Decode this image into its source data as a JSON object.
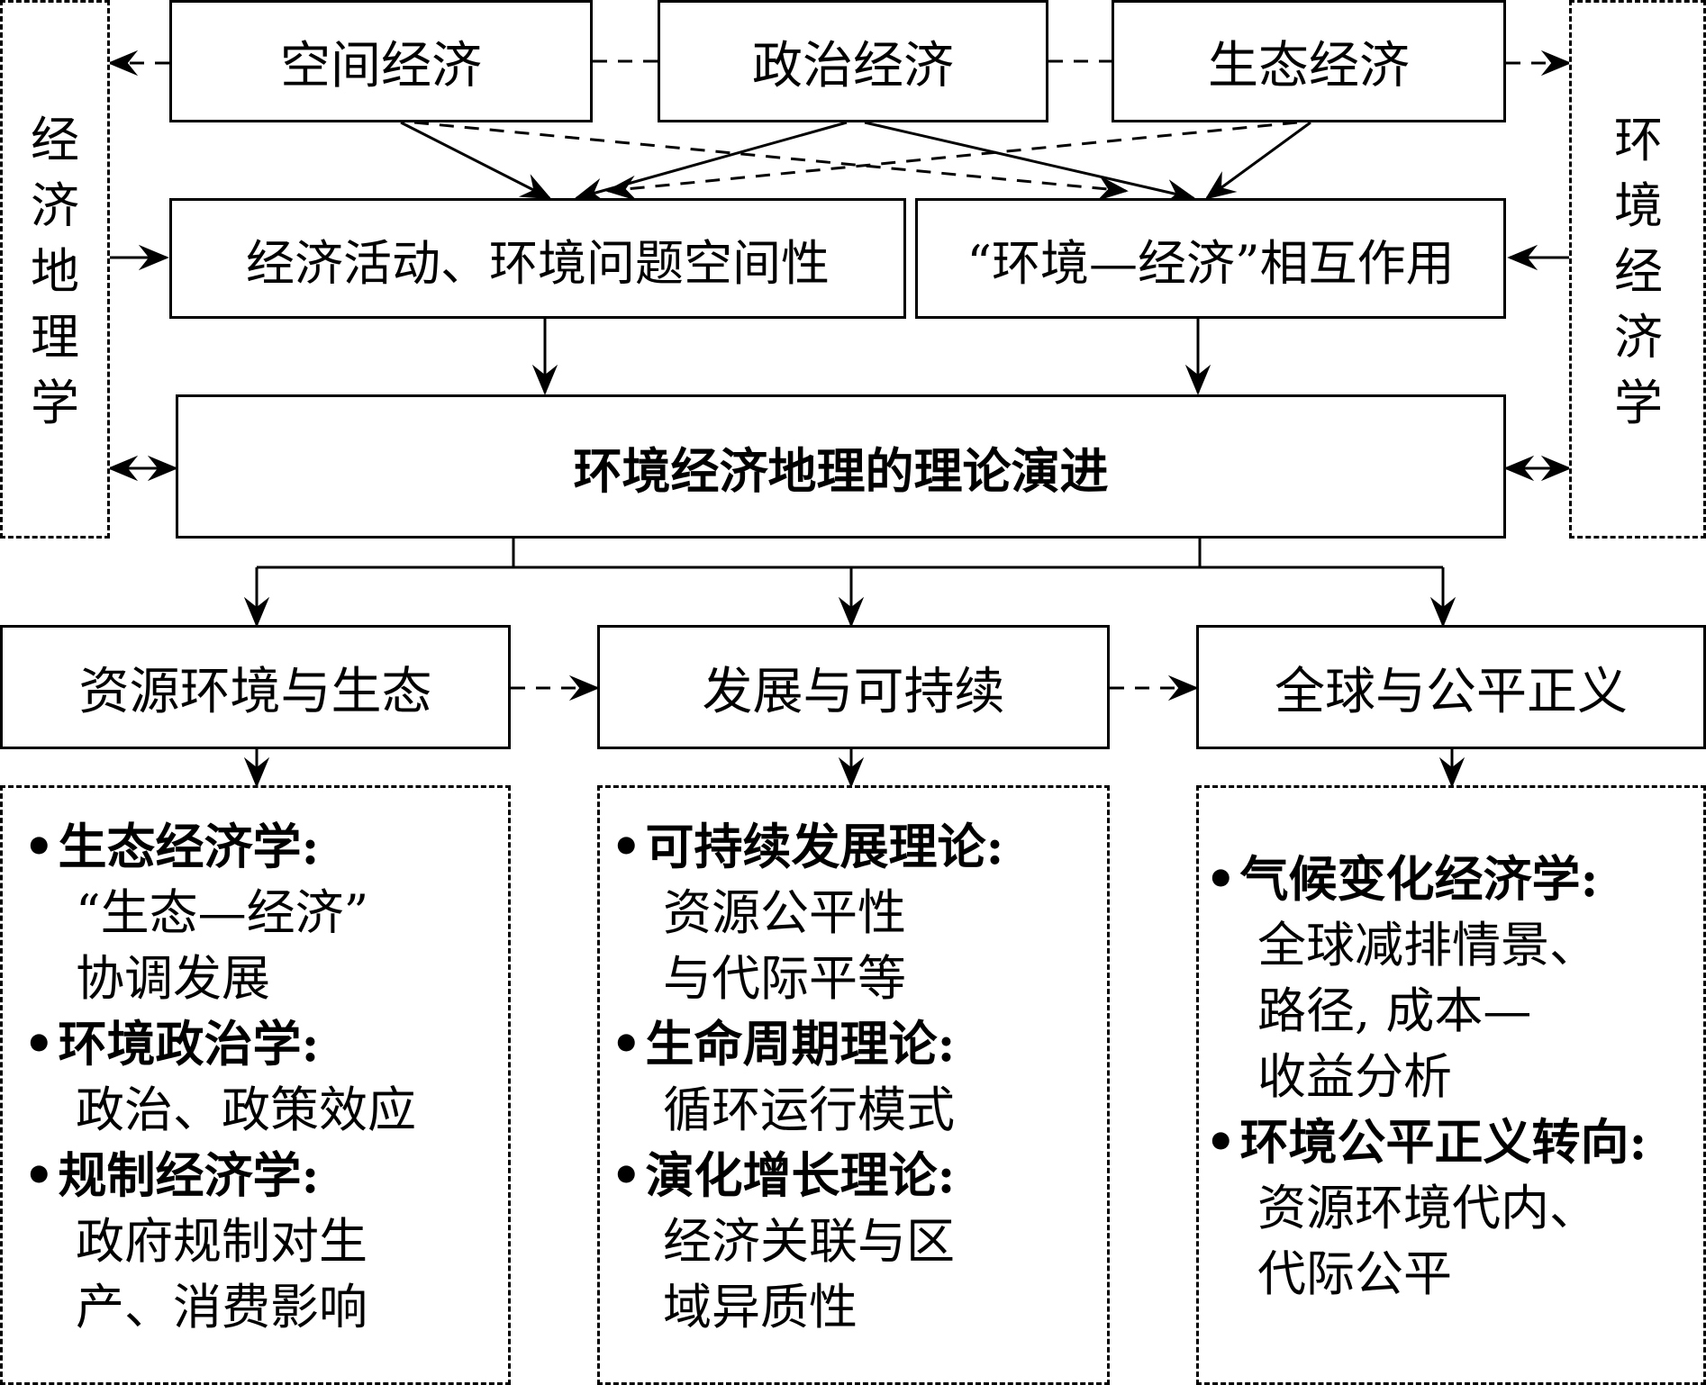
{
  "sources": [
    {
      "label": "空间经济"
    },
    {
      "label": "政治经济"
    },
    {
      "label": "生态经济"
    }
  ],
  "side_left": "经济地理学",
  "side_right": "环境经济学",
  "mid": [
    {
      "label": "经济活动、环境问题空间性"
    },
    {
      "label": "“环境—经济”相互作用"
    }
  ],
  "core": "环境经济地理的理论演进",
  "themes": [
    {
      "label": "资源环境与生态"
    },
    {
      "label": "发展与可持续"
    },
    {
      "label": "全球与公平正义"
    }
  ],
  "details": [
    [
      {
        "title": "生态经济学:",
        "body": "“生态—经济”\n协调发展"
      },
      {
        "title": "环境政治学:",
        "body": "政治、政策效应"
      },
      {
        "title": "规制经济学:",
        "body": "政府规制对生\n产、消费影响"
      }
    ],
    [
      {
        "title": "可持续发展理论:",
        "body": "资源公平性\n与代际平等"
      },
      {
        "title": "生命周期理论:",
        "body": "循环运行模式"
      },
      {
        "title": "演化增长理论:",
        "body": "经济关联与区\n域异质性"
      }
    ],
    [
      {
        "title": "气候变化经济学:",
        "body": "全球减排情景、\n路径, 成本—\n收益分析"
      },
      {
        "title": "环境公平正义转向:",
        "body": "资源环境代内、\n代际公平"
      }
    ]
  ],
  "bullet": "•"
}
